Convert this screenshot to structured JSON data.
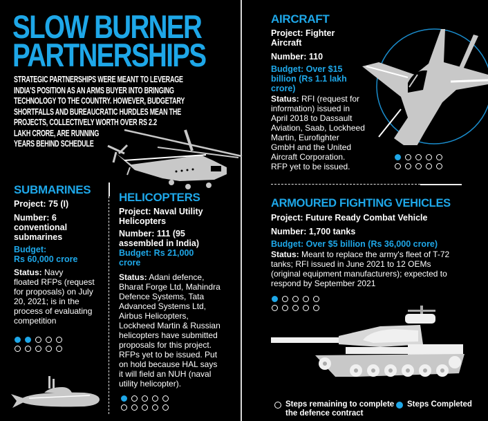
{
  "header": {
    "title_line1": "SLOW BURNER",
    "title_line2": "PARTNERSHIPS",
    "intro_lines": [
      "STRATEGIC PARTNERSHIPS WERE MEANT TO LEVERAGE",
      "INDIA'S POSITION AS AN ARMS BUYER INTO BRINGING",
      "TECHNOLOGY TO THE COUNTRY. HOWEVER, BUDGETARY",
      "SHORTFALLS AND BUREAUCRATIC HURDLES MEAN THE",
      "PROJECTS, COLLECTIVELY WORTH OVER RS 2.2",
      "LAKH CRORE, ARE RUNNING",
      "YEARS BEHIND SCHEDULE"
    ]
  },
  "colors": {
    "accent": "#1ea7e8",
    "background": "#000000",
    "illustration": "#c8c8c8"
  },
  "sections": {
    "submarines": {
      "heading": "SUBMARINES",
      "project": "Project: 75 (I)",
      "number_lines": [
        "Number: 6",
        "conventional",
        "submarines"
      ],
      "budget_lines": [
        "Budget:",
        "Rs 60,000 crore"
      ],
      "status_label": "Status:",
      "status_lines": [
        " Navy",
        "floated RFPs (request",
        "for proposals) on July",
        "20, 2021; is in the",
        "process of evaluating",
        "competition"
      ],
      "steps_completed": 2,
      "steps_total": 10,
      "icon": "submarine-illustration"
    },
    "helicopters": {
      "heading": "HELICOPTERS",
      "project_lines": [
        "Project: Naval Utility",
        "Helicopters"
      ],
      "number_lines": [
        "Number: 111 (95",
        "assembled in India)"
      ],
      "budget_lines": [
        "Budget: Rs 21,000",
        "crore"
      ],
      "status_label": "Status:",
      "status_lines": [
        " Adani defence,",
        "Bharat Forge Ltd, Mahindra",
        "Defence Systems, Tata",
        "Advanced Systems Ltd,",
        "Airbus Helicopters,",
        "Lockheed Martin & Russian",
        "helicopters have submitted",
        "proposals for this project.",
        "RFPs yet to be issued. Put",
        "on hold because HAL says",
        "it will field an NUH (naval",
        "utility helicopter)."
      ],
      "steps_completed": 1,
      "steps_total": 10,
      "icon": "helicopter-illustration"
    },
    "aircraft": {
      "heading": "AIRCRAFT",
      "project_lines": [
        "Project: Fighter",
        "Aircraft"
      ],
      "number": "Number: 110",
      "budget_lines": [
        "Budget: Over $15",
        "billion (Rs 1.1 lakh",
        "crore)"
      ],
      "status_label": "Status:",
      "status_lines": [
        " RFI (request for",
        "information) issued in",
        "April 2018 to Dassault",
        "Aviation, Saab, Lockheed",
        "Martin, Eurofighter",
        "GmbH and the United",
        "Aircraft Corporation.",
        "RFP yet to be issued."
      ],
      "steps_completed": 1,
      "steps_total": 10,
      "icon": "fighter-jet-illustration"
    },
    "afv": {
      "heading": "ARMOURED FIGHTING VEHICLES",
      "project": "Project: Future Ready Combat Vehicle",
      "number": "Number: 1,700 tanks",
      "budget": "Budget: Over $5 billion (Rs 36,000 crore)",
      "status_label": "Status:",
      "status_lines": [
        " Meant to replace the army's fleet of T-72",
        "tanks; RFI issued in June 2021 to 12 OEMs",
        "(original equipment manufacturers); expected to",
        "respond by September 2021"
      ],
      "steps_completed": 1,
      "steps_total": 10,
      "icon": "tank-illustration"
    }
  },
  "legend": {
    "remaining_lines": [
      "Steps remaining to complete",
      "the defence contract"
    ],
    "completed": "Steps Completed"
  }
}
